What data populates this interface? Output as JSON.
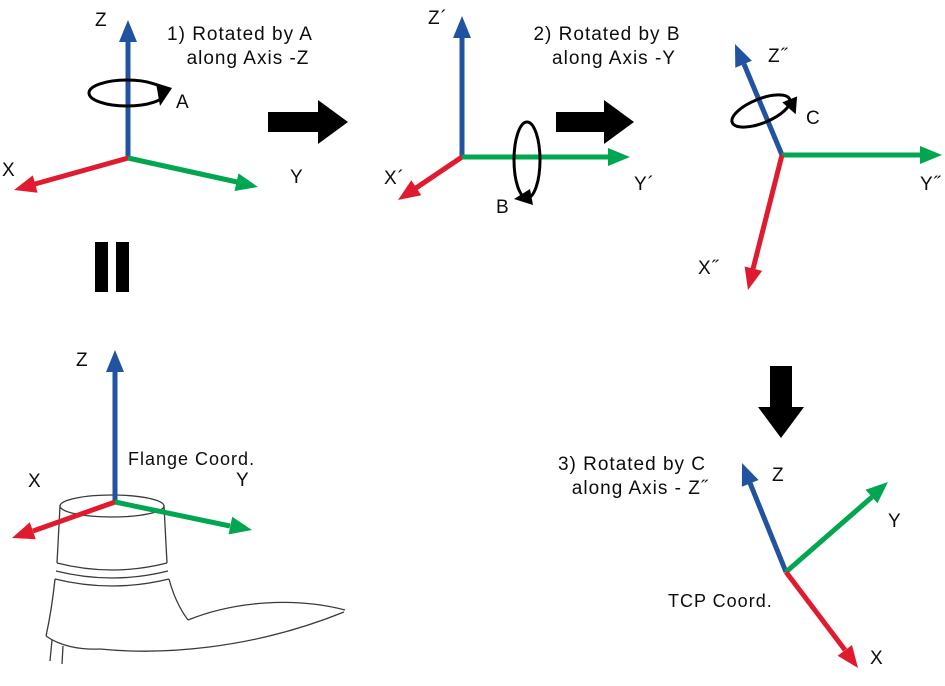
{
  "colors": {
    "x_axis": "#e11b2f",
    "y_axis": "#00a650",
    "z_axis": "#2153a0",
    "ink": "#000000"
  },
  "step1": {
    "title_line1": "1) Rotated by A",
    "title_line2": "along Axis -Z",
    "rotation_label": "A"
  },
  "step2": {
    "title_line1": "2) Rotated by B",
    "title_line2": "along Axis -Y",
    "rotation_label": "B"
  },
  "step3": {
    "title_line1": "3) Rotated by C",
    "title_line2": "along Axis - Z˝",
    "rotation_label": "C"
  },
  "frame1": {
    "z_label": "Z",
    "x_label": "X",
    "y_label": "Y"
  },
  "frame2": {
    "z_label": "Z´",
    "x_label": "X´",
    "y_label": "Y´"
  },
  "frame3": {
    "z_label": "Z˝",
    "x_label": "X˝",
    "y_label": "Y˝"
  },
  "flange_frame": {
    "z_label": "Z",
    "x_label": "X",
    "y_label": "Y",
    "caption": "Flange Coord."
  },
  "tcp_frame": {
    "z_label": "Z",
    "x_label": "X",
    "y_label": "Y",
    "caption": "TCP Coord."
  }
}
